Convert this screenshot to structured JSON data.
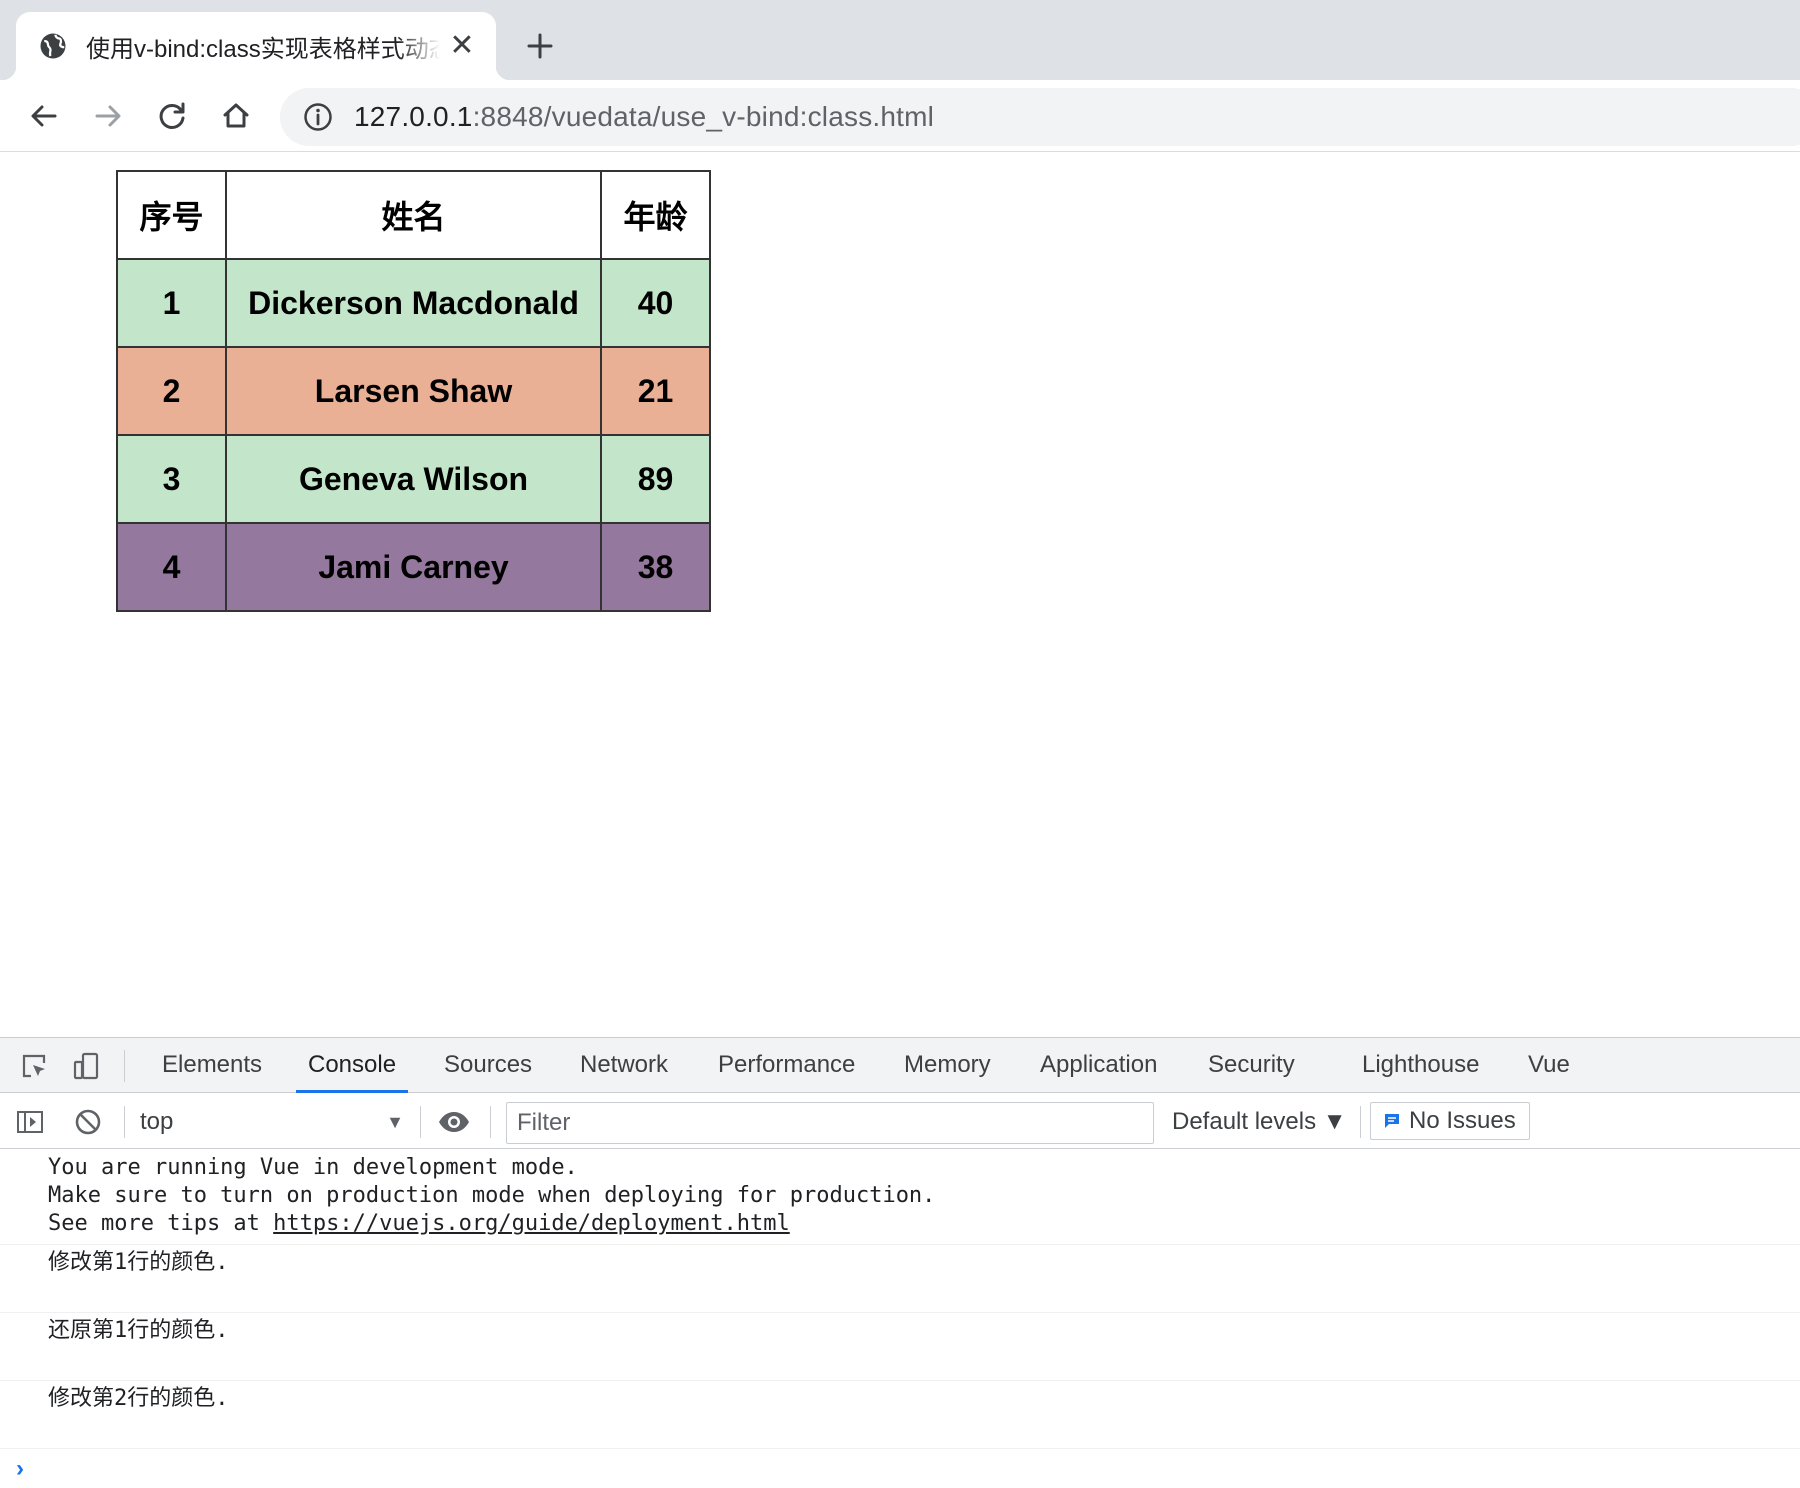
{
  "browser": {
    "tab_title": "使用v-bind:class实现表格样式动态变化",
    "new_tab_symbol": "+",
    "close_symbol": "✕",
    "url_host": "127.0.0.1",
    "url_rest": ":8848/vuedata/use_v-bind:class.html"
  },
  "table": {
    "headers": [
      "序号",
      "姓名",
      "年龄"
    ],
    "rows": [
      {
        "id": "1",
        "name": "Dickerson Macdonald",
        "age": "40",
        "color": "#c3e6cb"
      },
      {
        "id": "2",
        "name": "Larsen Shaw",
        "age": "21",
        "color": "#e9b096"
      },
      {
        "id": "3",
        "name": "Geneva Wilson",
        "age": "89",
        "color": "#c3e6cb"
      },
      {
        "id": "4",
        "name": "Jami Carney",
        "age": "38",
        "color": "#94789d"
      }
    ]
  },
  "devtools": {
    "tabs": [
      "Elements",
      "Console",
      "Sources",
      "Network",
      "Performance",
      "Memory",
      "Application",
      "Security",
      "Lighthouse",
      "Vue"
    ],
    "active_tab": "Console",
    "context": "top",
    "filter_placeholder": "Filter",
    "levels_label": "Default levels ▼",
    "issues_label": "No Issues",
    "accent_color": "#1a73e8",
    "console": {
      "vue_line1": "You are running Vue in development mode.",
      "vue_line2": "Make sure to turn on production mode when deploying for production.",
      "vue_line3_prefix": "See more tips at ",
      "vue_line3_link": "https://vuejs.org/guide/deployment.html",
      "logs": [
        "修改第1行的颜色.",
        "还原第1行的颜色.",
        "修改第2行的颜色."
      ],
      "prompt": "›"
    }
  }
}
